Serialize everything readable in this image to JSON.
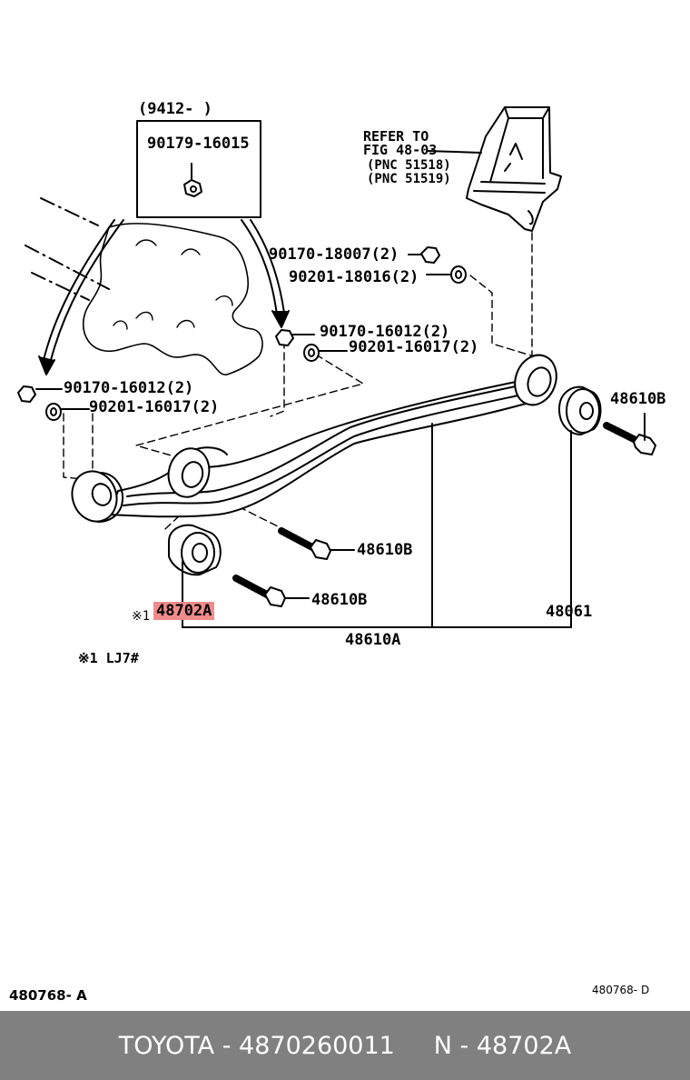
{
  "labels": {
    "date_range": "(9412-        )",
    "inset_part": "90179-16015",
    "refer_1": "REFER TO",
    "refer_2": "FIG 48-03",
    "refer_3": "(PNC 51518)",
    "refer_4": "(PNC 51519)",
    "nut_upper": "90170-18007(2)",
    "washer_upper": "90201-18016(2)",
    "nut_mid": "90170-16012(2)",
    "washer_mid": "90201-16017(2)",
    "nut_left": "90170-16012(2)",
    "washer_left": "90201-16017(2)",
    "bolt_right": "48610B",
    "bolt_mid": "48610B",
    "bolt_lower": "48610B",
    "bushing_code": "48702A",
    "bushing_note": "※1",
    "bushing_right": "48061",
    "arm_assy": "48610A",
    "footnote": "※1 LJ7#"
  },
  "codes": {
    "left": "480768- A",
    "right": "480768- D"
  },
  "footer": {
    "text": "TOYOTA - 4870260011     N - 48702A"
  },
  "colors": {
    "highlight": "#f08b8b",
    "footer_bg": "#808080"
  }
}
